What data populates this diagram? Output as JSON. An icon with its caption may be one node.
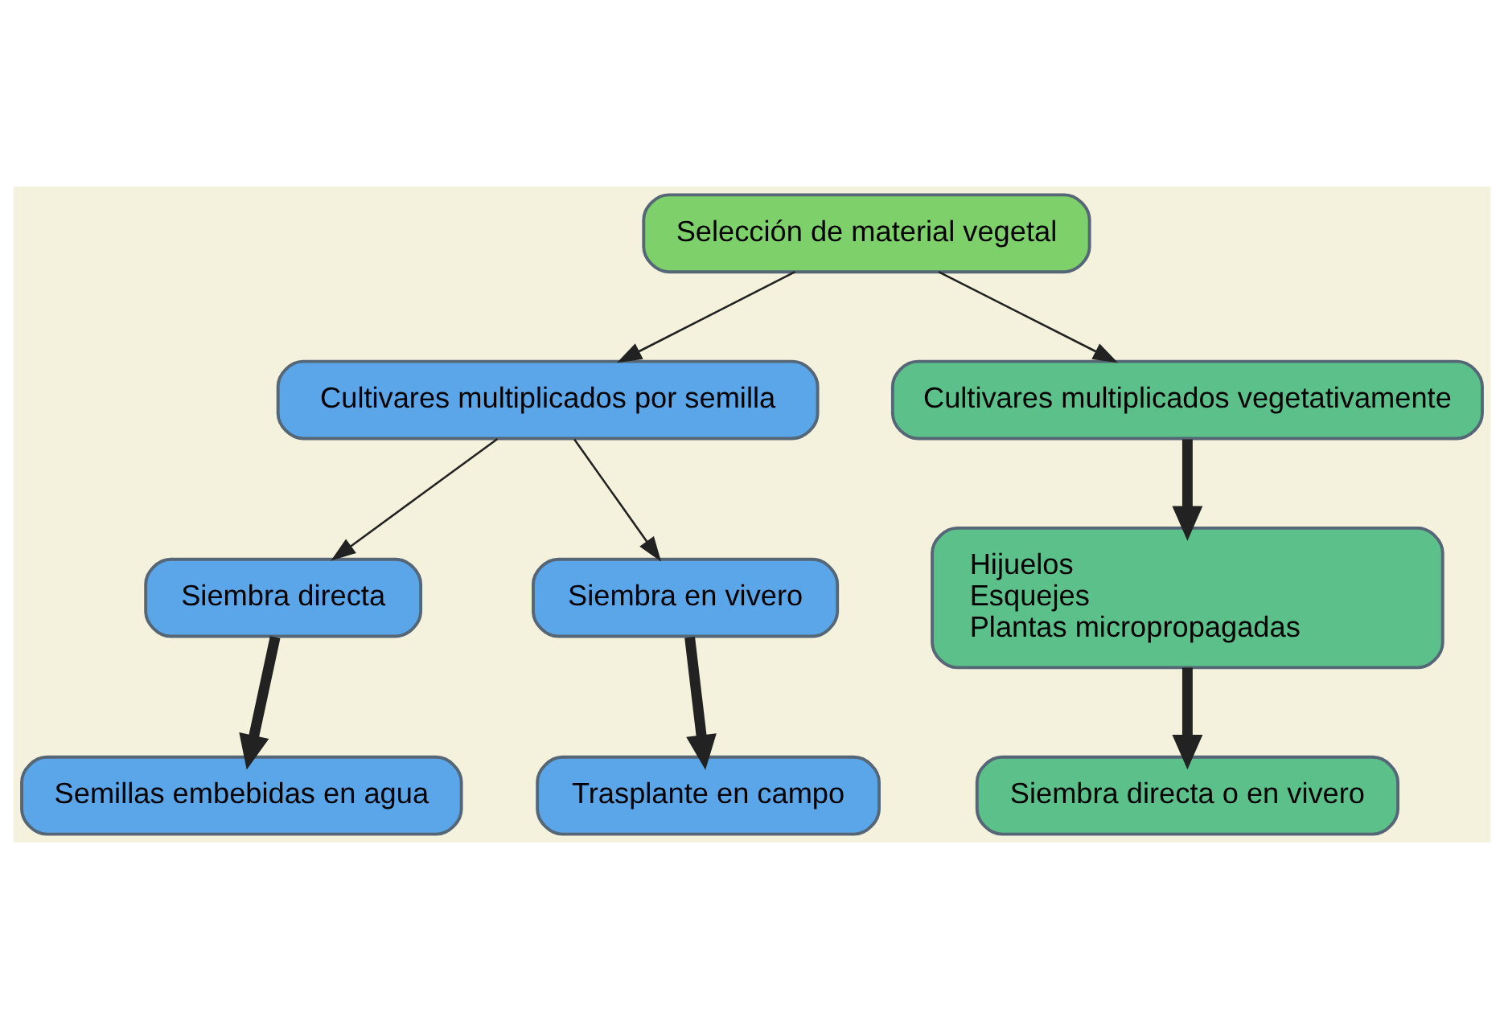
{
  "diagram": {
    "nodes": [
      {
        "text": [
          "Selección de material vegetal"
        ]
      },
      {
        "text": [
          "Cultivares multiplicados por semilla"
        ]
      },
      {
        "text": [
          "Cultivares multiplicados vegetativamente"
        ]
      },
      {
        "text": [
          "Siembra directa"
        ]
      },
      {
        "text": [
          "Siembra en vivero"
        ]
      },
      {
        "text": [
          "Hijuelos",
          "Esquejes",
          "Plantas micropropagadas"
        ]
      },
      {
        "text": [
          "Semillas embebidas en agua"
        ]
      },
      {
        "text": [
          "Trasplante en campo"
        ]
      },
      {
        "text": [
          "Siembra directa o en vivero"
        ]
      }
    ],
    "edges": [
      {
        "from": 0,
        "to": 1,
        "arrow": "to"
      },
      {
        "from": 0,
        "to": 2,
        "arrow": "to"
      },
      {
        "from": 1,
        "to": 3,
        "arrow": "to"
      },
      {
        "from": 1,
        "to": 4,
        "arrow": "to"
      },
      {
        "from": 3,
        "to": 6,
        "arrow": "to",
        "style": "thick"
      },
      {
        "from": 4,
        "to": 7,
        "arrow": "to",
        "style": "thick"
      },
      {
        "from": 2,
        "to": 5,
        "arrow": "to",
        "style": "thick"
      },
      {
        "from": 5,
        "to": 8,
        "arrow": "to",
        "style": "thick"
      }
    ]
  }
}
